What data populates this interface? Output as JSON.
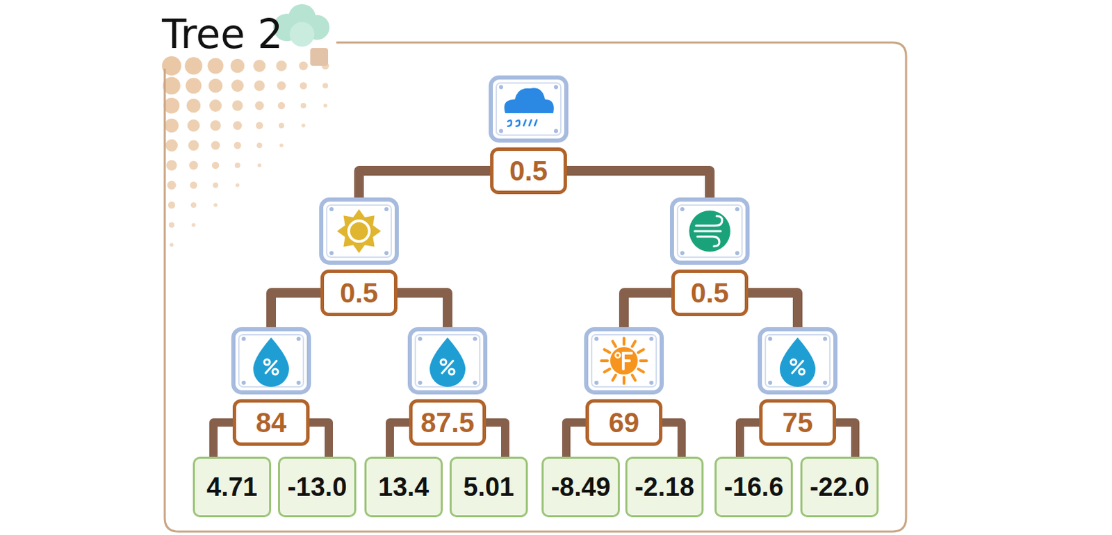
{
  "diagram": {
    "title": "Tree 2",
    "nodes": [
      {
        "text": [
          "0.5"
        ]
      },
      {
        "text": [
          "0.5"
        ]
      },
      {
        "text": [
          "0.5"
        ]
      },
      {
        "text": [
          "84"
        ]
      },
      {
        "text": [
          "87.5"
        ]
      },
      {
        "text": [
          "69"
        ]
      },
      {
        "text": [
          "75"
        ]
      },
      {
        "text": [
          "4.71"
        ]
      },
      {
        "text": [
          "-13.0"
        ]
      },
      {
        "text": [
          "13.4"
        ]
      },
      {
        "text": [
          "5.01"
        ]
      },
      {
        "text": [
          "-8.49"
        ]
      },
      {
        "text": [
          "-2.18"
        ]
      },
      {
        "text": [
          "-16.6"
        ]
      },
      {
        "text": [
          "-22.0"
        ]
      }
    ],
    "edges": [
      {
        "from": 0,
        "to": 1,
        "arrow": "none"
      },
      {
        "from": 0,
        "to": 2,
        "arrow": "none"
      },
      {
        "from": 1,
        "to": 3,
        "arrow": "none"
      },
      {
        "from": 1,
        "to": 4,
        "arrow": "none"
      },
      {
        "from": 2,
        "to": 5,
        "arrow": "none"
      },
      {
        "from": 2,
        "to": 6,
        "arrow": "none"
      },
      {
        "from": 3,
        "to": 7,
        "arrow": "none"
      },
      {
        "from": 3,
        "to": 8,
        "arrow": "none"
      },
      {
        "from": 4,
        "to": 9,
        "arrow": "none"
      },
      {
        "from": 4,
        "to": 10,
        "arrow": "none"
      },
      {
        "from": 5,
        "to": 11,
        "arrow": "none"
      },
      {
        "from": 5,
        "to": 12,
        "arrow": "none"
      },
      {
        "from": 6,
        "to": 13,
        "arrow": "none"
      },
      {
        "from": 6,
        "to": 14,
        "arrow": "none"
      }
    ]
  }
}
